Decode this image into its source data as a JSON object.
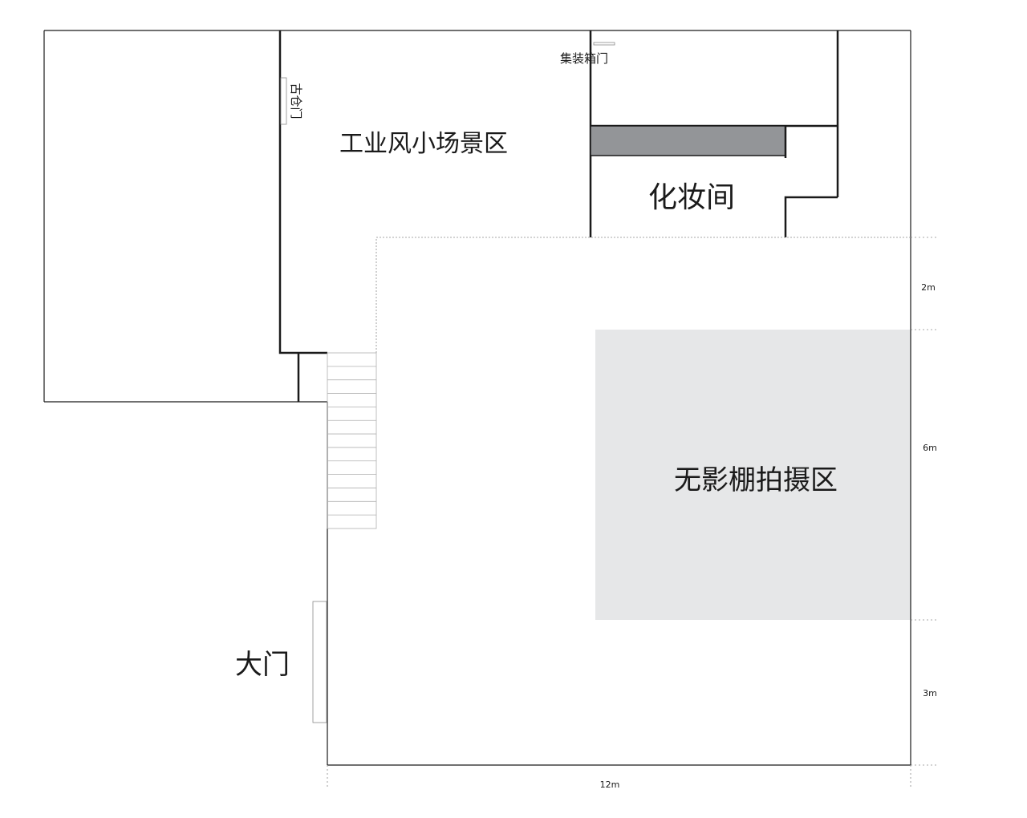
{
  "floor_plan": {
    "areas": {
      "industrial_scene": "工业风小场景区",
      "makeup_room": "化妆间",
      "cyclorama_studio": "无影棚拍摄区"
    },
    "doors": {
      "main_door": "大门",
      "container_door": "集装箱门",
      "warehouse_door": "古仓门"
    },
    "dimensions": {
      "top_gap": "2m",
      "studio_depth": "6m",
      "bottom_gap": "3m",
      "total_width": "12m"
    },
    "colors": {
      "wall": "#1a1a1a",
      "studio_fill": "#e6e7e8",
      "partition_fill": "#939598",
      "hairline": "#8a8a8a"
    }
  }
}
